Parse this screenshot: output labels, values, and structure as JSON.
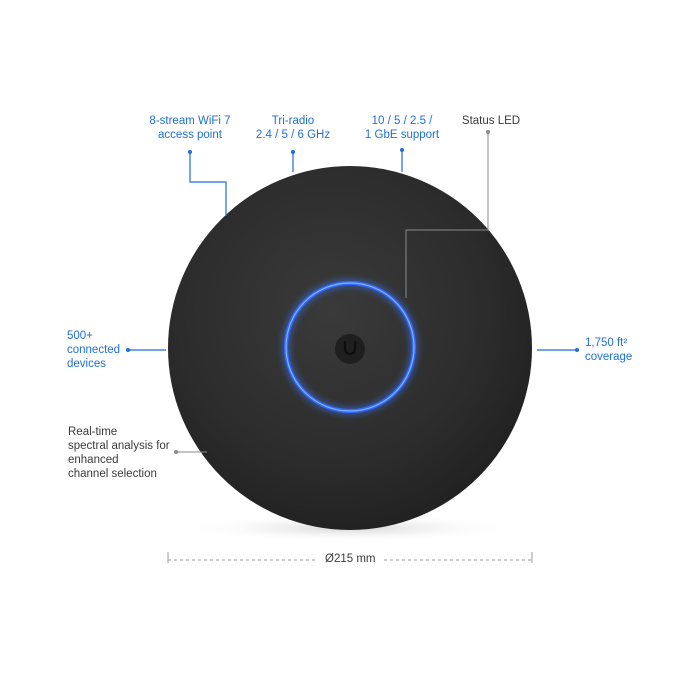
{
  "callouts": {
    "wifi": [
      "8-stream WiFi 7",
      "access point"
    ],
    "radio": [
      "Tri-radio",
      "2.4 / 5 / 6 GHz"
    ],
    "ethernet": [
      "10 / 5 / 2.5 /",
      "1 GbE support"
    ],
    "status_led": [
      "Status LED"
    ],
    "devices": [
      "500+",
      "connected",
      "devices"
    ],
    "coverage": [
      "1,750 ft²",
      "coverage"
    ],
    "spectral": [
      "Real-time",
      "spectral analysis for",
      "enhanced",
      "channel selection"
    ]
  },
  "dimension": "Ø215 mm",
  "colors": {
    "accent": "#1f6fd8",
    "body": "#2b2b2b",
    "led_ring": "#2f6bff",
    "leader_gray": "#7a7a7a"
  },
  "icons": {
    "logo": "ubiquiti-u-logo"
  }
}
